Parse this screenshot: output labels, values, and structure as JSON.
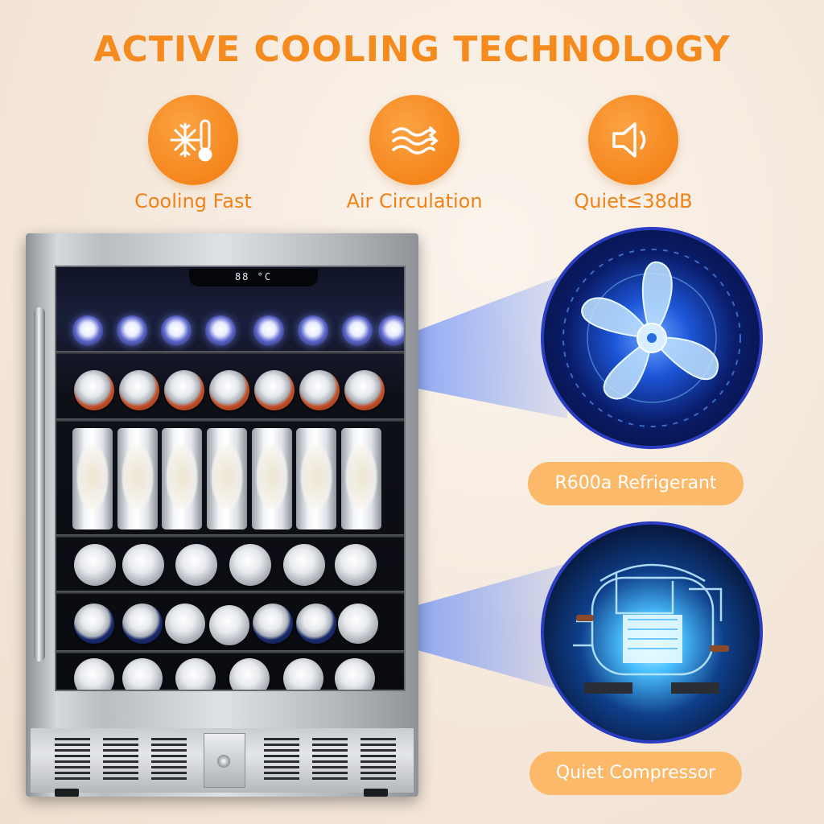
{
  "title": "ACTIVE COOLING TECHNOLOGY",
  "features": [
    {
      "label": "Cooling Fast",
      "icon": "snowflake-thermometer-icon"
    },
    {
      "label": "Air Circulation",
      "icon": "air-flow-icon"
    },
    {
      "label": "Quiet≤38dB",
      "icon": "speaker-icon"
    }
  ],
  "display": "88 °C",
  "callouts": {
    "refrigerant": "R600a Refrigerant",
    "compressor": "Quiet Compressor"
  },
  "colors": {
    "accent": "#f58a1f",
    "pill": "#fcb96a",
    "ring": "#2a3cbf"
  }
}
